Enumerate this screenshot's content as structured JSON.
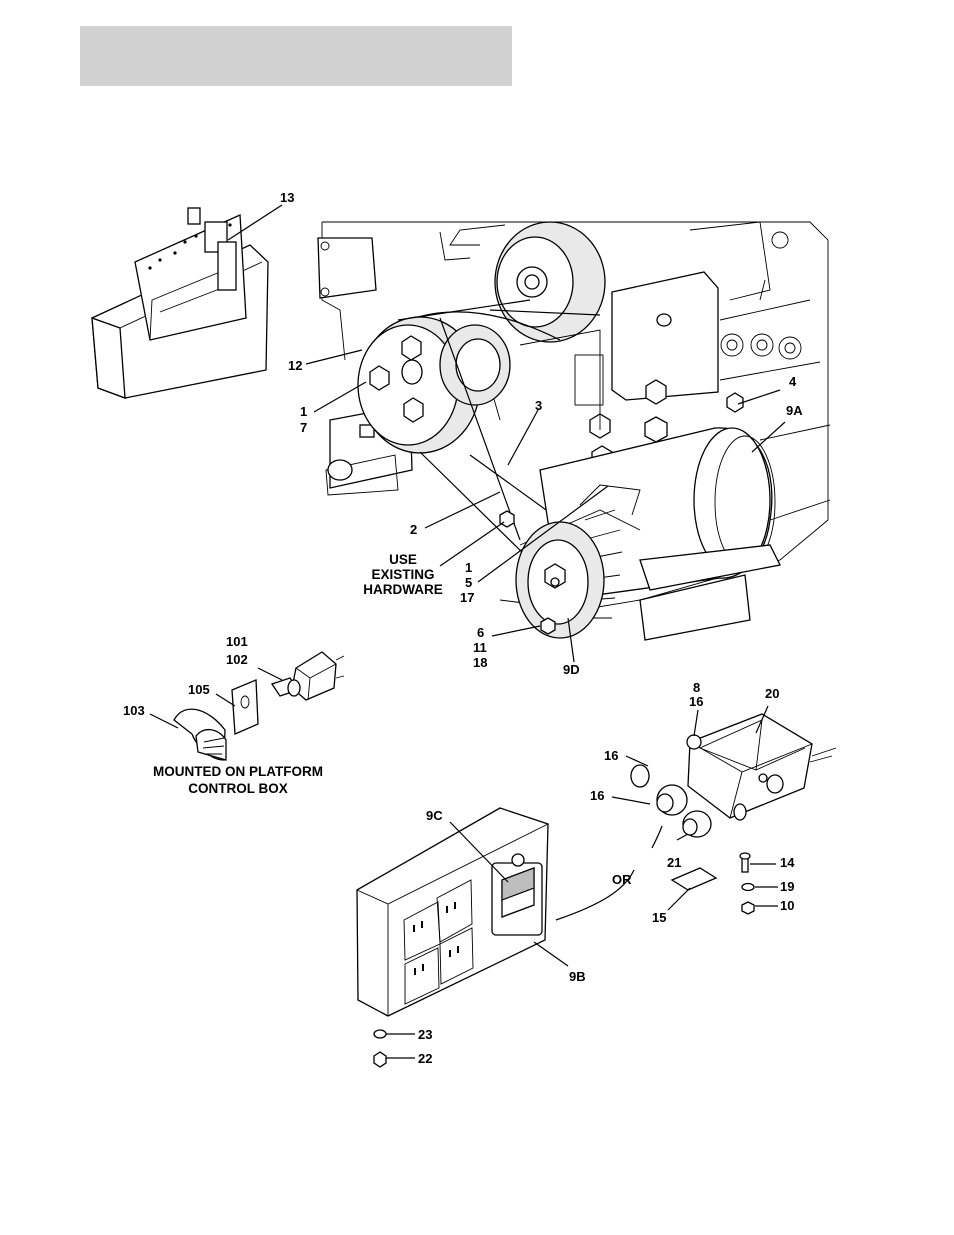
{
  "header": {
    "title": ""
  },
  "callouts": {
    "c13": "13",
    "c12": "12",
    "c1": "1",
    "c7": "7",
    "c3": "3",
    "c4": "4",
    "c9A": "9A",
    "c2": "2",
    "c1b": "1",
    "c5": "5",
    "c17": "17",
    "c6": "6",
    "c11": "11",
    "c18": "18",
    "c9D": "9D",
    "c101": "101",
    "c102": "102",
    "c105": "105",
    "c103": "103",
    "c8": "8",
    "c16a": "16",
    "c20": "20",
    "c16b": "16",
    "c16c": "16",
    "c21": "21",
    "c14": "14",
    "c19": "19",
    "c10": "10",
    "c15": "15",
    "c9C": "9C",
    "c9B": "9B",
    "c23": "23",
    "c22": "22",
    "cOR": "OR"
  },
  "notes": {
    "use_existing_line1": "USE",
    "use_existing_line2": "EXISTING",
    "use_existing_line3": "HARDWARE",
    "mounted_line1": "MOUNTED ON PLATFORM",
    "mounted_line2": "CONTROL BOX"
  },
  "icons": [
    "engine-illustration",
    "generator-icon",
    "pulley-icon",
    "toggle-switch-icon",
    "junction-box-icon",
    "outlet-box-icon",
    "bracket-icon"
  ]
}
